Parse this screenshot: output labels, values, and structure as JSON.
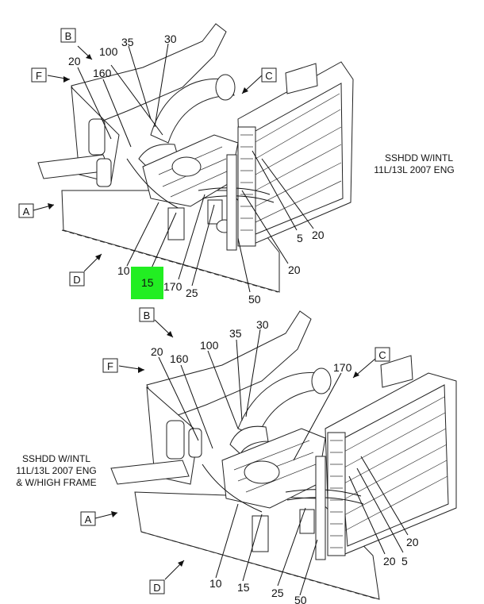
{
  "colors": {
    "highlight": "#22ee22",
    "ink": "#111111"
  },
  "views": {
    "top": {
      "caption": [
        "SSHDD W/INTL",
        "11L/13L 2007 ENG"
      ],
      "boxes": {
        "a": "A",
        "b": "B",
        "c": "C",
        "d": "D",
        "f": "F"
      },
      "callouts": {
        "c100": "100",
        "c35": "35",
        "c30": "30",
        "c20a": "20",
        "c160": "160",
        "c5": "5",
        "c20b": "20",
        "c20c": "20",
        "c10": "10",
        "c15": "15",
        "c170": "170",
        "c25": "25",
        "c50": "50"
      },
      "highlighted": "15"
    },
    "bottom": {
      "caption": [
        "SSHDD W/INTL",
        "11L/13L 2007 ENG",
        "& W/HIGH FRAME"
      ],
      "boxes": {
        "a": "A",
        "b": "B",
        "c": "C",
        "d": "D",
        "f": "F"
      },
      "callouts": {
        "c35": "35",
        "c30": "30",
        "c20a": "20",
        "c100": "100",
        "c160": "160",
        "c170": "170",
        "c20b": "20",
        "c20c": "20",
        "c5": "5",
        "c10": "10",
        "c15": "15",
        "c25": "25",
        "c50": "50"
      }
    }
  }
}
